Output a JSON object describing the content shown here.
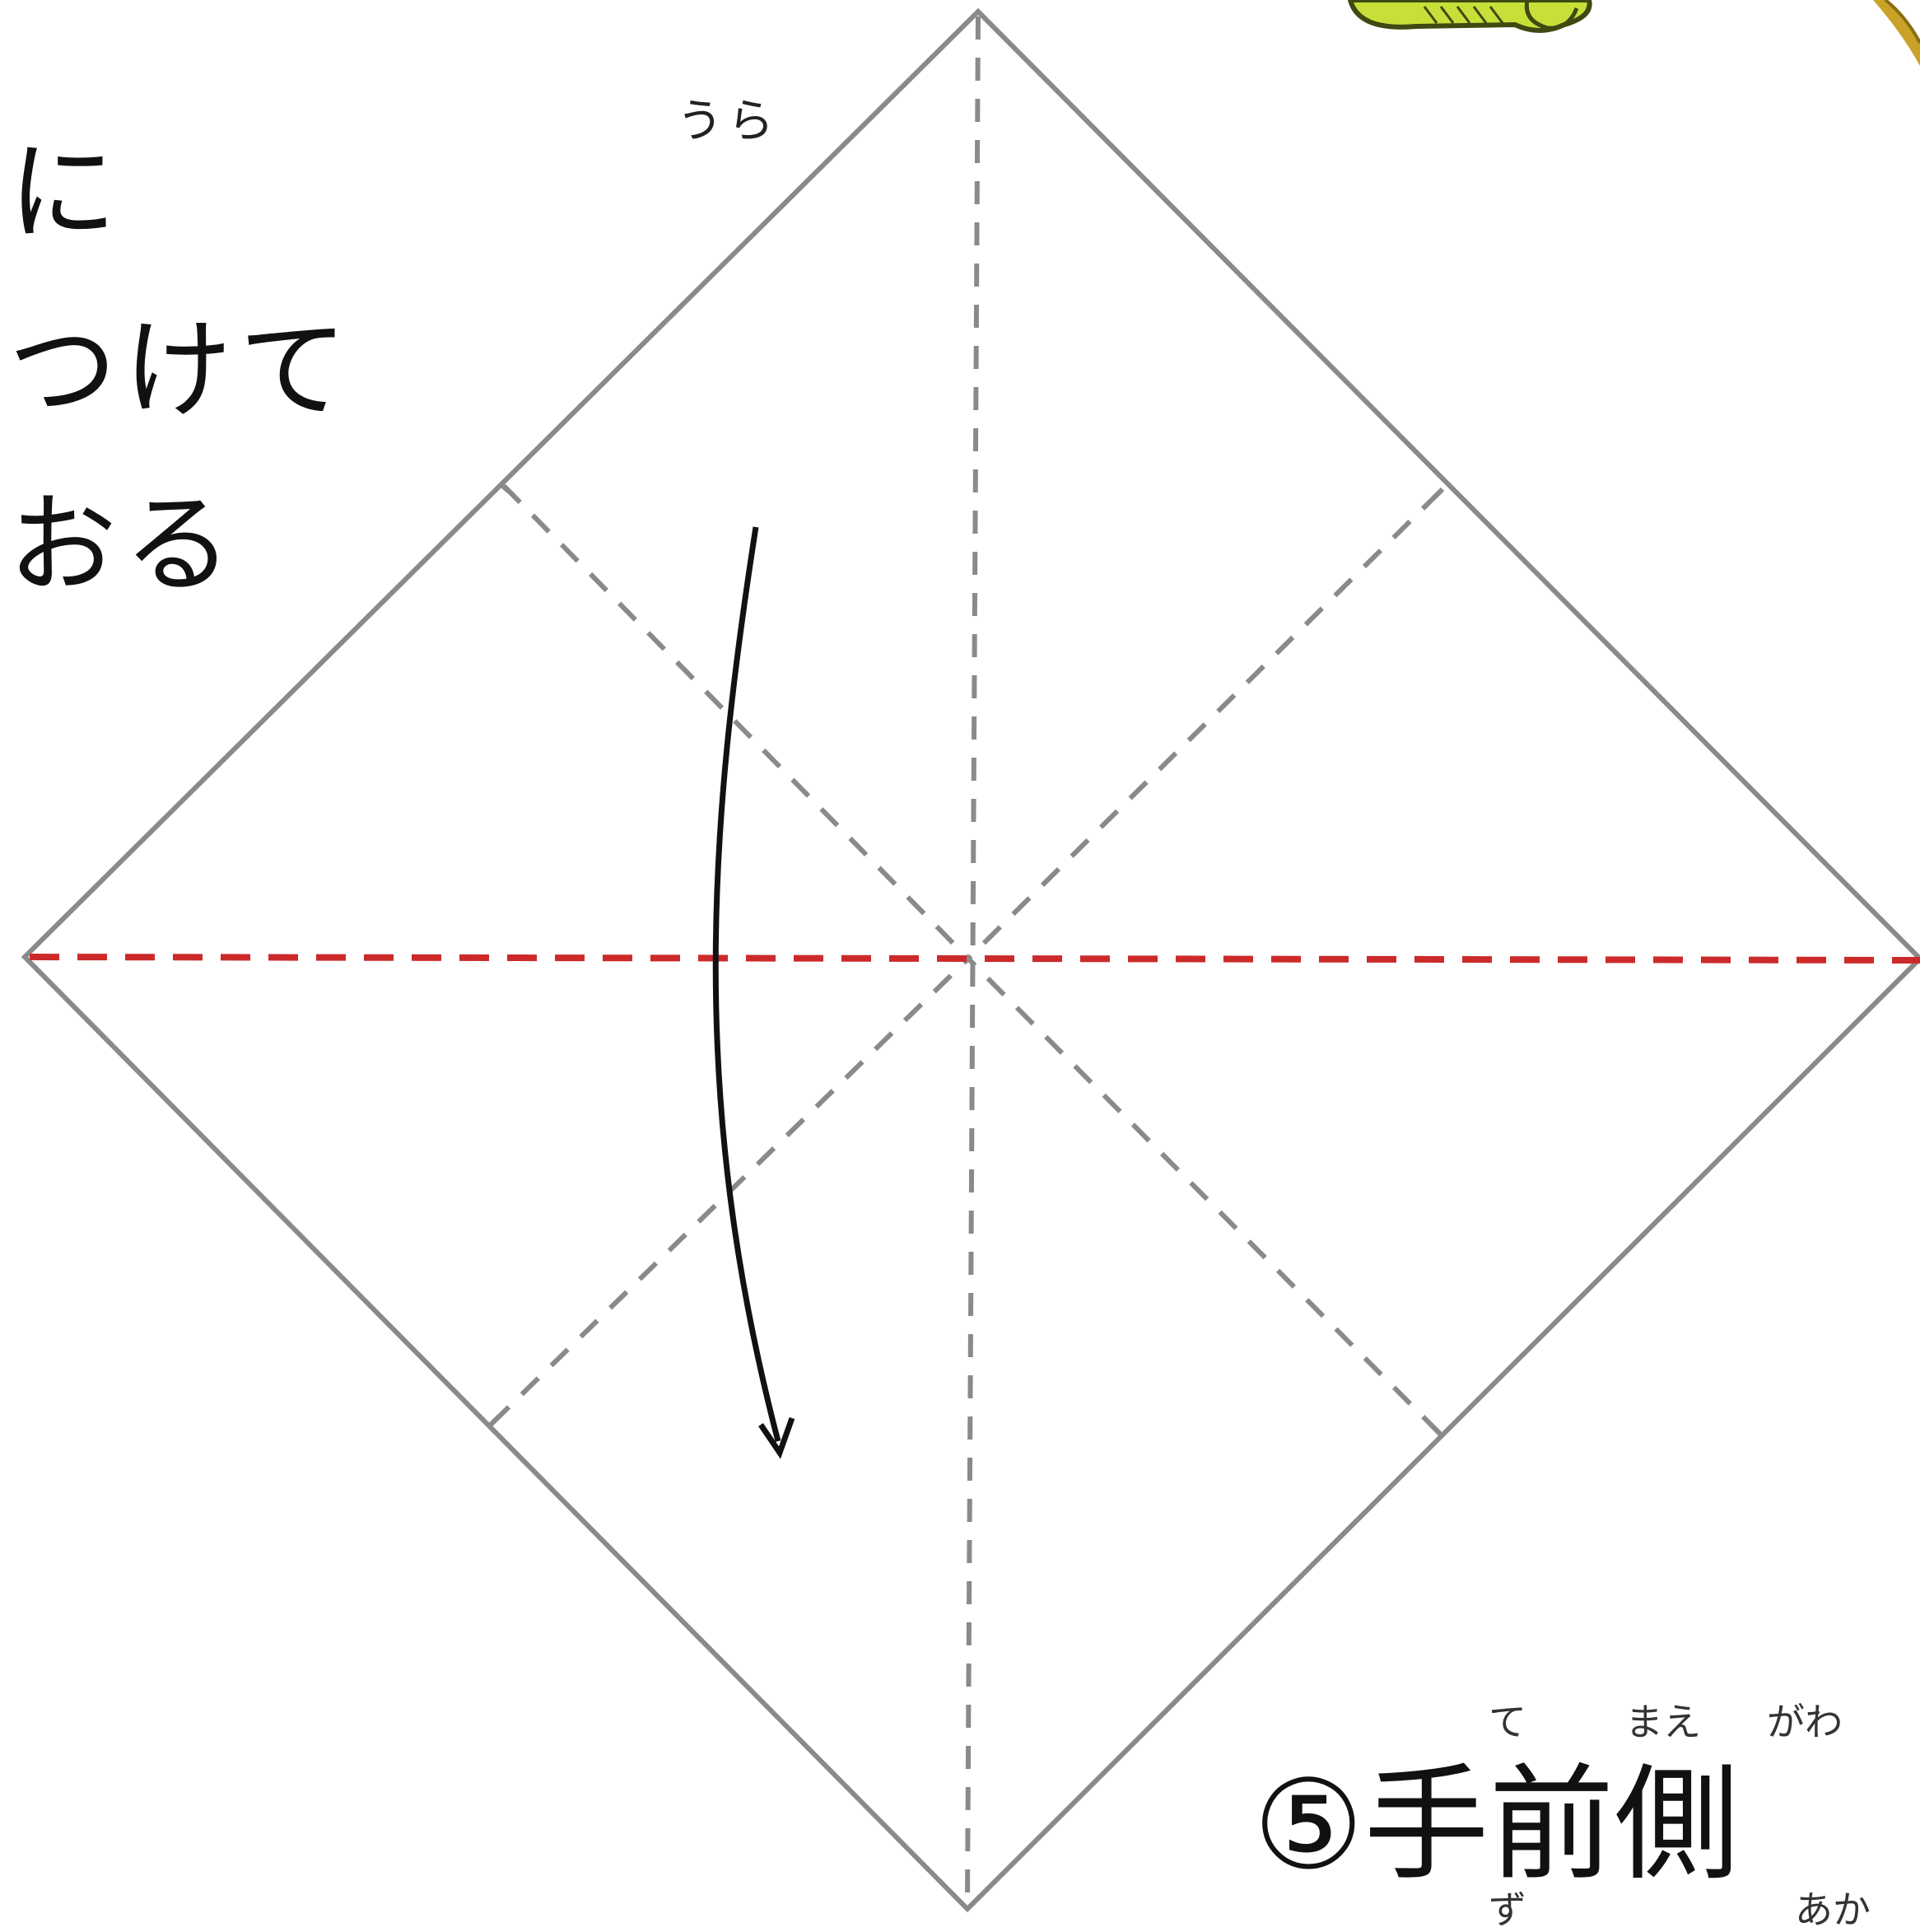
{
  "instruction": {
    "lines": [
      "に",
      "つけて",
      "おる"
    ]
  },
  "diagram": {
    "side_label": "うら",
    "colors": {
      "outline": "#8a8a8a",
      "crease": "#8a8a8a",
      "fold_line": "#cc2a2a",
      "arrow": "#111111",
      "accent_corner": "#c9a227",
      "deco_green": "#b7d63a"
    }
  },
  "step": {
    "number": "⑤",
    "title_visible": "手前側",
    "furigana": [
      "て",
      "まえ",
      "がわ"
    ],
    "bottom_furigana": [
      "ず",
      "あか"
    ]
  }
}
